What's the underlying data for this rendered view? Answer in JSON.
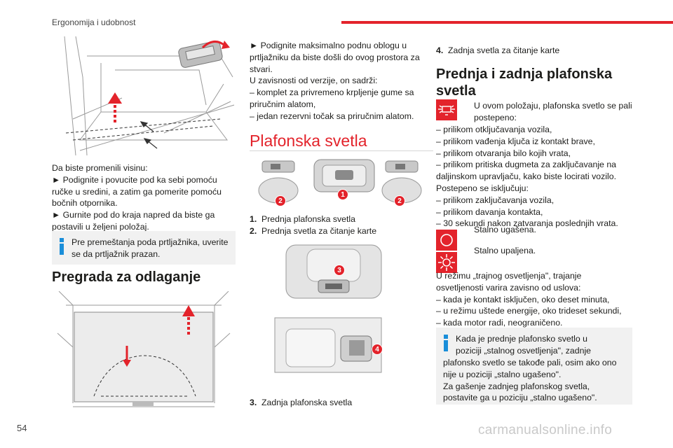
{
  "header": {
    "title": "Ergonomija i udobnost"
  },
  "page_number": "54",
  "watermark": "carmanualsonline.info",
  "col1": {
    "height_text": [
      "Da biste promenili visinu:",
      "► Podignite i povucite pod ka sebi pomoću",
      "ručke u sredini, a zatim ga pomerite pomoću",
      "bočnih otpornika.",
      "► Gurnite pod do kraja napred da biste ga",
      "postavili u željeni položaj."
    ],
    "info_note": [
      "Pre premeštanja poda prtljažnika, uverite",
      "se da prtljažnik prazan."
    ],
    "section_title": "Pregrada za odlaganje"
  },
  "col2": {
    "intro_text": [
      "► Podignite maksimalno podnu oblogu u",
      "prtljažniku da biste došli do ovog prostora za",
      "stvari.",
      "U zavisnosti od verzije, on sadrži:",
      "– komplet za privremeno krpljenje gume sa",
      "priručnim alatom,",
      "– jedan rezervni točak sa priručnim alatom."
    ],
    "section_title": "Plafonska svetla",
    "badges": {
      "b1": "1",
      "b2": "2",
      "b3": "3",
      "b4": "4"
    },
    "legend": [
      {
        "num": "1.",
        "text": "Prednja plafonska svetla"
      },
      {
        "num": "2.",
        "text": "Prednja svetla za čitanje karte"
      }
    ],
    "legend3": {
      "num": "3.",
      "text": "Zadnja plafonska svetla"
    }
  },
  "col3": {
    "legend4": {
      "num": "4.",
      "text": "Zadnja svetla za čitanje karte"
    },
    "section_title_lines": [
      "Prednja i zadnja plafonska",
      "svetla"
    ],
    "door_mode_lines": [
      "U ovom položaju, plafonska svetlo se pali",
      "postepeno:"
    ],
    "door_mode_list": [
      "– prilikom otključavanja vozila,",
      "– prilikom vađenja ključa iz kontakt brave,",
      "– prilikom otvaranja bilo kojih vrata,",
      "– prilikom pritiska dugmeta za zaključavanje na",
      "daljinskom upravljaču, kako biste locirati vozilo.",
      "Postepeno se isključuju:",
      "– prilikom zaključavanja vozila,",
      "– prilikom davanja kontakta,",
      "– 30 sekundi nakon zatvaranja poslednjih vrata."
    ],
    "off_text": "Stalno ugašena.",
    "on_text": "Stalno upaljena.",
    "permanent_text": [
      "U režimu „trajnog osvetljenja\", trajanje",
      "osvetljenosti varira zavisno od uslova:",
      "– kada je kontakt isključen, oko deset minuta,",
      "– u režimu uštede energije, oko trideset sekundi,",
      "– kada motor radi, neograničeno."
    ],
    "info_note": [
      "Kada je prednje plafonsko svetlo u",
      "poziciji „stalnog osvetljenja\", zadnje",
      "plafonsko svetlo se takođe pali, osim ako ono",
      "nije u poziciji „stalno ugašeno\".",
      "Za gašenje zadnjeg plafonskog svetla,",
      "postavite ga u poziciju „stalno ugašeno\"."
    ]
  },
  "colors": {
    "accent": "#e3232b",
    "info": "#1a8ed9",
    "note_bg": "#f1f1f1"
  }
}
